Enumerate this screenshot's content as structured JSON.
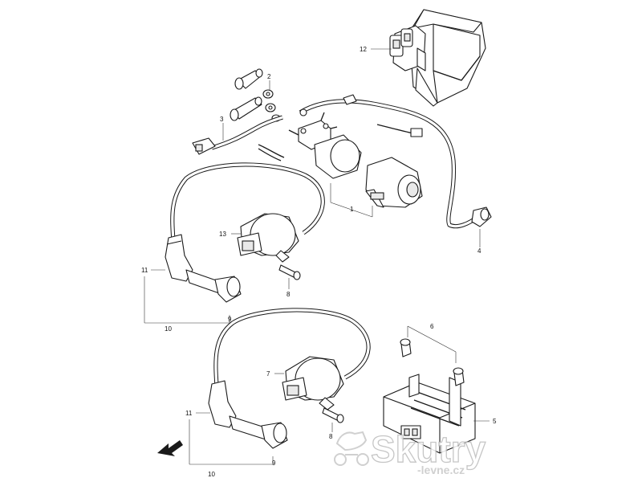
{
  "callouts": {
    "c1": "1",
    "c2": "2",
    "c3": "3",
    "c4": "4",
    "c5": "5",
    "c6": "6",
    "c7": "7",
    "c8a": "8",
    "c8b": "8",
    "c9a": "9",
    "c9b": "9",
    "c10a": "10",
    "c10b": "10",
    "c11a": "11",
    "c11b": "11",
    "c12": "12",
    "c13": "13"
  },
  "watermark": {
    "brand": "Skutry",
    "sub": "-levne.cz"
  },
  "colors": {
    "line": "#1a1a1a",
    "watermark": "#c8c8c8"
  },
  "icons": {
    "direction_arrow": "front-direction-arrow-icon"
  }
}
